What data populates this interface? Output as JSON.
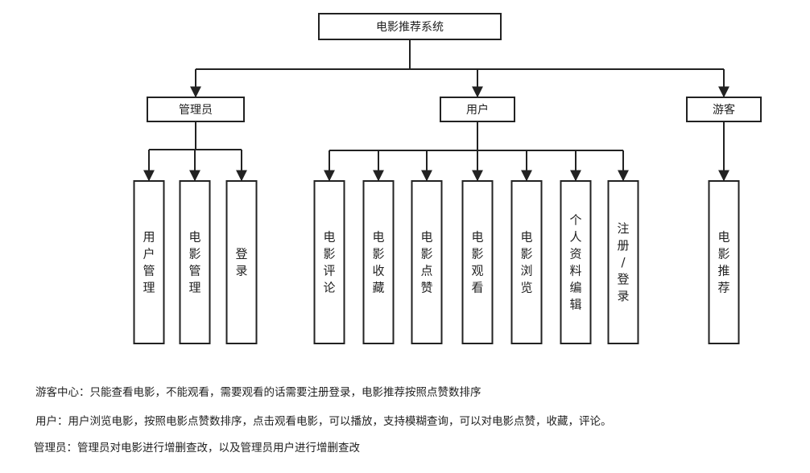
{
  "diagram": {
    "root": "电影推荐系统",
    "roles": [
      {
        "id": "admin",
        "label": "管理员",
        "children": [
          "用户管理",
          "电影管理",
          "登录"
        ]
      },
      {
        "id": "user",
        "label": "用户",
        "children": [
          "电影评论",
          "电影收藏",
          "电影点赞",
          "电影观看",
          "电影浏览",
          "个人资料编辑",
          "注册/登录"
        ]
      },
      {
        "id": "guest",
        "label": "游客",
        "children": [
          "电影推荐"
        ]
      }
    ]
  },
  "notes": [
    "游客中心：只能查看电影，不能观看，需要观看的话需要注册登录，电影推荐按照点赞数排序",
    "用户：用户浏览电影，按照电影点赞数排序，点击观看电影，可以播放，支持模糊查询，可以对电影点赞，收藏，评论。",
    "管理员：管理员对电影进行增删查改，以及管理员用户进行增删查改"
  ]
}
